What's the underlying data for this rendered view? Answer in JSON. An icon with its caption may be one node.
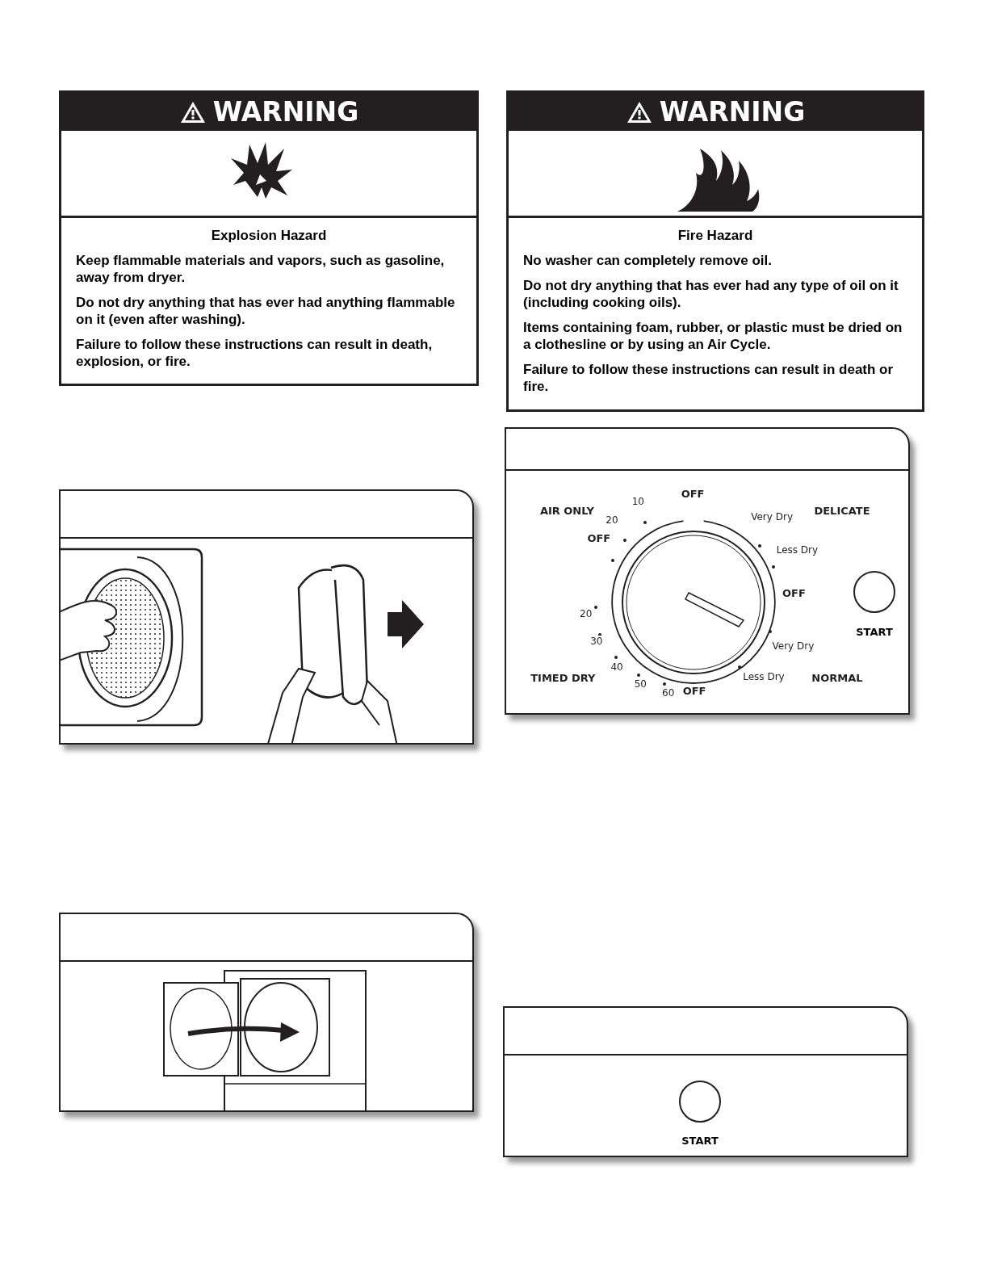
{
  "diagram": {
    "nodes": [
      {
        "text": [
          "WARNING",
          "Explosion Hazard",
          "Keep flammable materials and vapors, such as gasoline, away from dryer.",
          "Do not dry anything that has ever had anything flammable on it (even after washing).",
          "Failure to follow these instructions can result in death, explosion, or fire."
        ]
      },
      {
        "text": [
          "WARNING",
          "Fire Hazard",
          "No washer can completely remove oil.",
          "Do not dry anything that has ever had any type of oil on it (including cooking oils).",
          "Items containing foam, rubber, or plastic must be dried on a clothesline or by using an Air Cycle.",
          "Failure to follow these instructions can result in death or fire."
        ]
      },
      {
        "text": [],
        "shape": "box"
      },
      {
        "text": [],
        "shape": "circle",
        "in": 2,
        "beside": [
          "START"
        ]
      },
      {
        "text": [],
        "shape": "box"
      },
      {
        "text": [],
        "shape": "box"
      },
      {
        "text": [],
        "shape": "box"
      },
      {
        "text": [],
        "shape": "circle",
        "in": 6,
        "beside": [
          "START"
        ]
      }
    ],
    "labels": [
      "OFF",
      "10",
      "AIR ONLY",
      "20",
      "Very Dry",
      "DELICATE",
      "OFF",
      "Less Dry",
      "OFF",
      "20",
      "30",
      "Very Dry",
      "40",
      "TIMED DRY",
      "Less Dry",
      "NORMAL",
      "50",
      "60",
      "OFF"
    ]
  }
}
